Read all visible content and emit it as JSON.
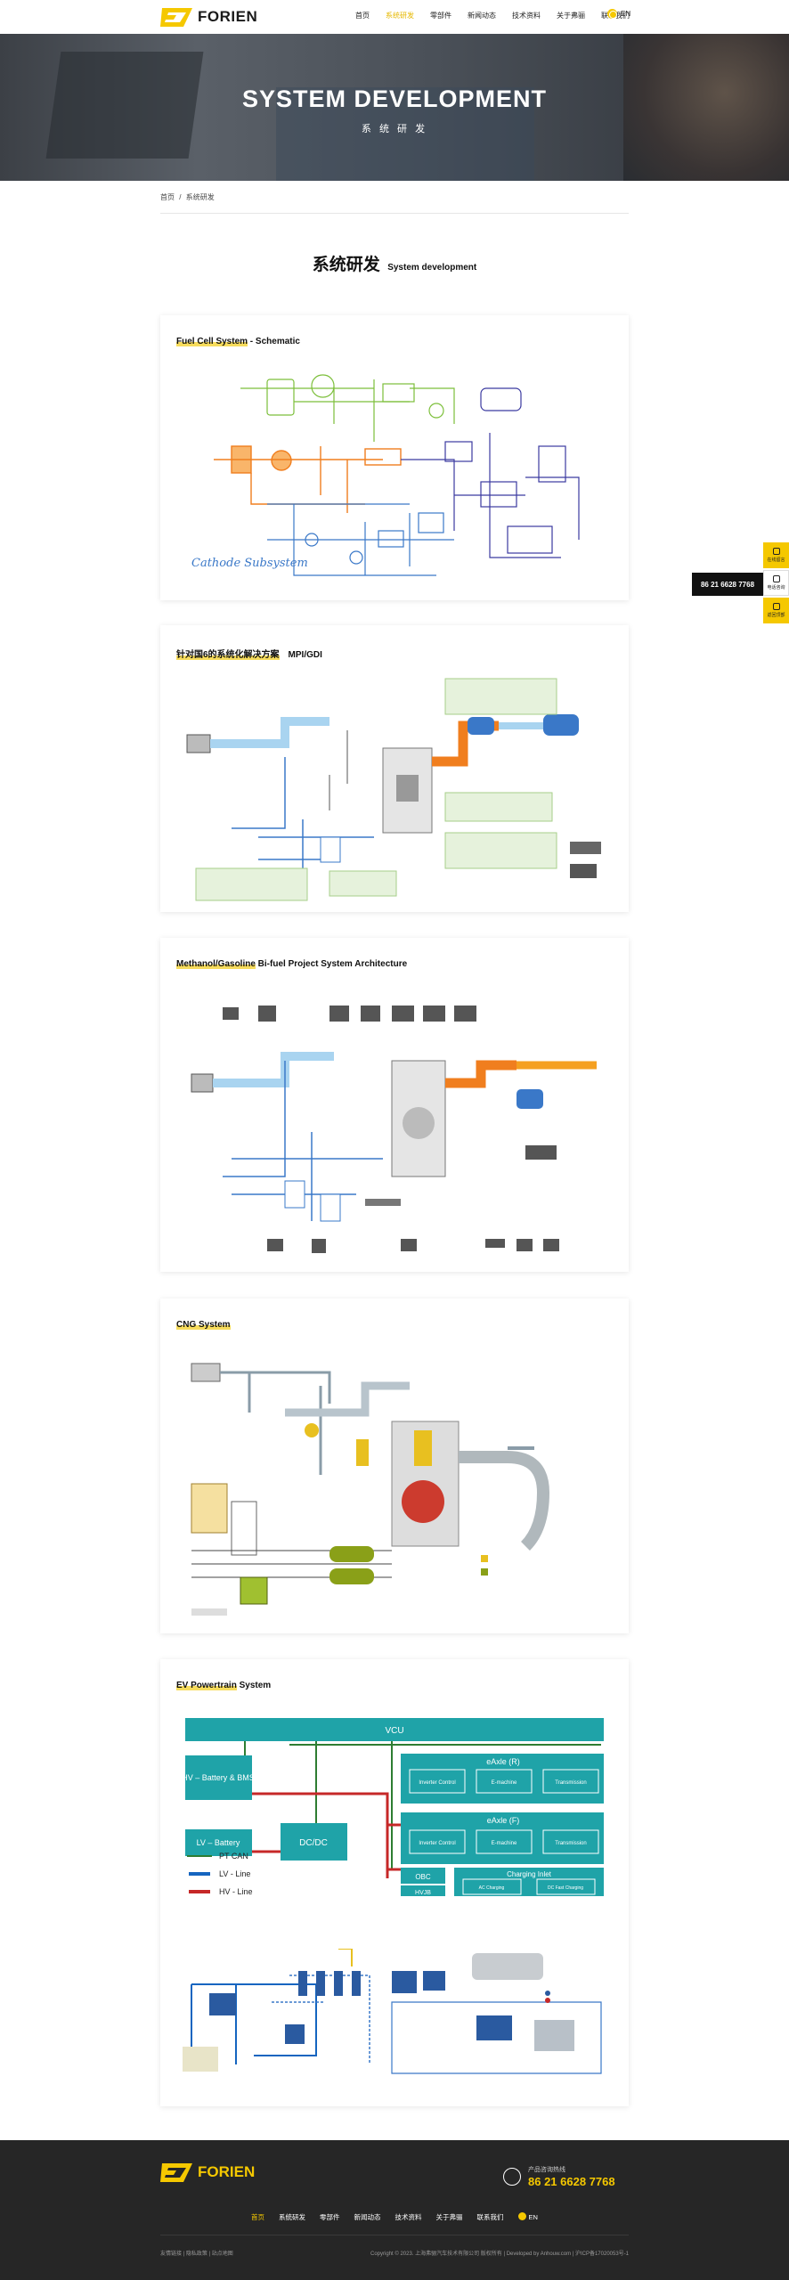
{
  "header": {
    "brand": "FORIEN",
    "nav": [
      {
        "label": "首页",
        "active": false
      },
      {
        "label": "系统研发",
        "active": true
      },
      {
        "label": "零部件",
        "active": false
      },
      {
        "label": "新闻动态",
        "active": false
      },
      {
        "label": "技术资料",
        "active": false
      },
      {
        "label": "关于弗骊",
        "active": false
      },
      {
        "label": "联系我们",
        "active": false
      }
    ],
    "lang": "EN",
    "accent": "#f5c800"
  },
  "banner": {
    "title": "SYSTEM DEVELOPMENT",
    "subtitle": "系 统 研 发"
  },
  "breadcrumb": {
    "home": "首页",
    "sep": "/",
    "current": "系统研发"
  },
  "heading": {
    "cn": "系统研发",
    "en": "System development"
  },
  "cards": [
    {
      "title_hl": "Fuel Cell System",
      "title_rest": " - Schematic",
      "diagram_label": "Cathode Subsystem"
    },
    {
      "title_hl": "针对国6的系统化解决方案",
      "title_rest": "　MPI/GDI"
    },
    {
      "title_hl": "Methanol/Gasoline",
      "title_rest": " Bi-fuel Project System Architecture"
    },
    {
      "title_hl": "CNG System",
      "title_rest": ""
    },
    {
      "title_hl": "EV Powertrain",
      "title_rest": " System"
    }
  ],
  "ev": {
    "vcu": "VCU",
    "hv_battery": "HV – Battery & BMS",
    "lv_battery": "LV – Battery",
    "dcdc": "DC/DC",
    "eaxle_r": "eAxle (R)",
    "eaxle_f": "eAxle (F)",
    "inverter": "Inverter Control",
    "emachine": "E-machine",
    "transmission": "Transmission",
    "obc": "OBC",
    "hvjb": "HVJB",
    "charging_inlet": "Charging Inlet",
    "ac_charging": "AC Charging",
    "dc_fast": "DC Fast Charging",
    "legend_ptcan": "PT CAN",
    "legend_lv": "LV - Line",
    "legend_hv": "HV - Line"
  },
  "side": {
    "item1": "在线留言",
    "item2": "电话咨询",
    "item3": "返回顶部",
    "phone": "86 21 6628 7768"
  },
  "footer": {
    "brand": "FORIEN",
    "hotline_label": "产品咨询热线",
    "hotline": "86 21 6628 7768",
    "nav": [
      {
        "label": "首页",
        "active": true
      },
      {
        "label": "系统研发",
        "active": false
      },
      {
        "label": "零部件",
        "active": false
      },
      {
        "label": "新闻动态",
        "active": false
      },
      {
        "label": "技术资料",
        "active": false
      },
      {
        "label": "关于弗骊",
        "active": false
      },
      {
        "label": "联系我们",
        "active": false
      }
    ],
    "lang": "EN",
    "links": "友情链接 | 隐私政策 | 站点地图",
    "copyright": "Copyright © 2023. 上海弗骊汽车技术有限公司 版权所有 | Developed by Anhouw.com | 沪ICP备17020053号-1"
  }
}
